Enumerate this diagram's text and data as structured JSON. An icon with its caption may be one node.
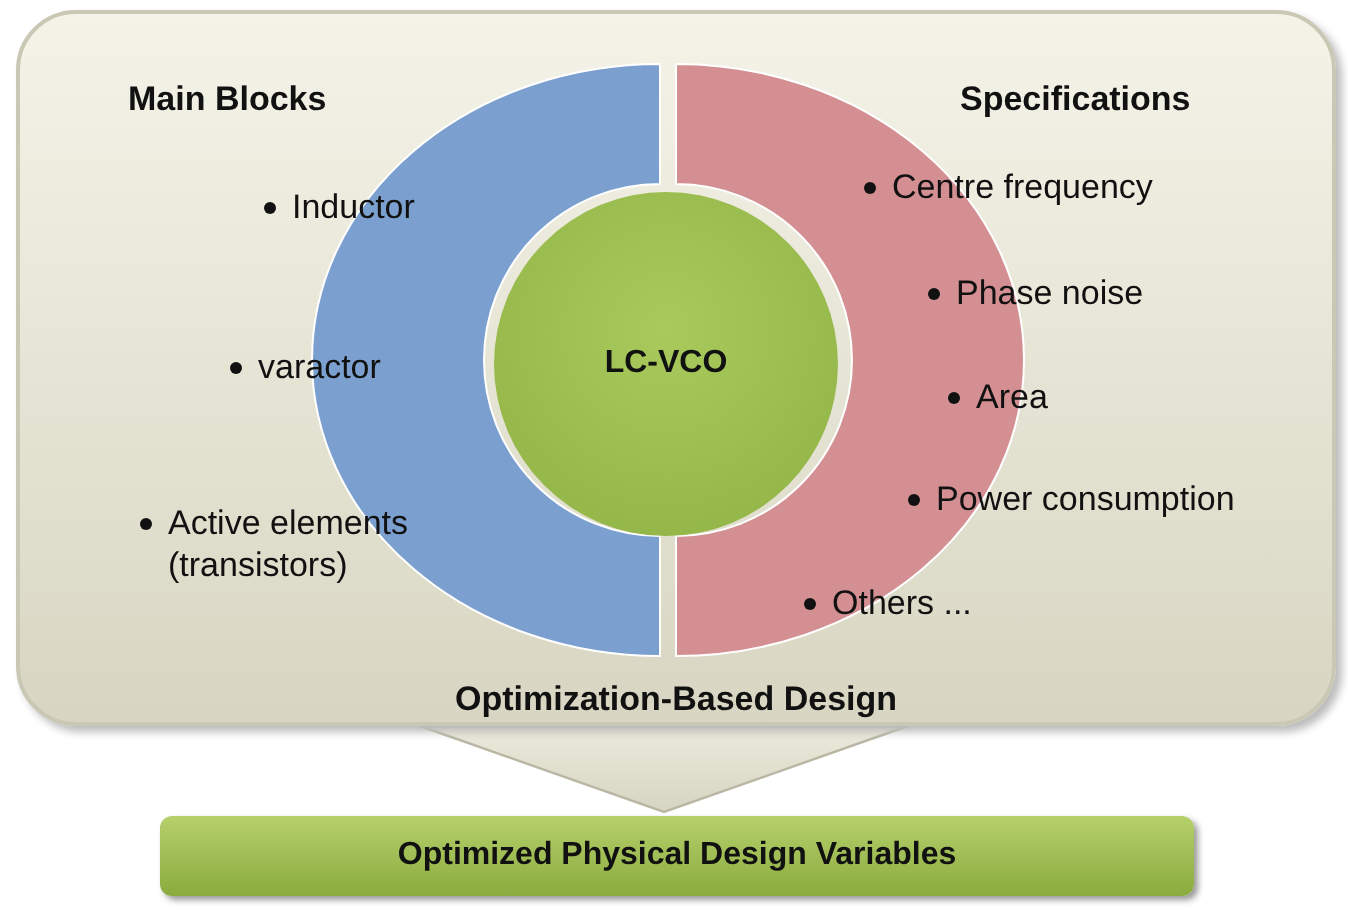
{
  "diagram": {
    "nodes": [
      {
        "text": [
          "Optimization-Based Design"
        ]
      },
      {
        "text": [],
        "shape": "arc",
        "in": 0
      },
      {
        "text": [],
        "shape": "arc",
        "in": 0
      },
      {
        "text": [
          "LC-VCO"
        ],
        "in": 0
      },
      {
        "text": [
          "Optimized Physical Design Variables"
        ]
      }
    ],
    "edges": [
      {
        "from": 0,
        "to": 4,
        "arrow": "to"
      }
    ],
    "labels": [
      "Main Blocks",
      "Inductor",
      "varactor",
      "Active elements (transistors)",
      "Specifications",
      "Centre frequency",
      "Phase noise",
      "Area",
      "Power consumption",
      "Others ..."
    ]
  }
}
